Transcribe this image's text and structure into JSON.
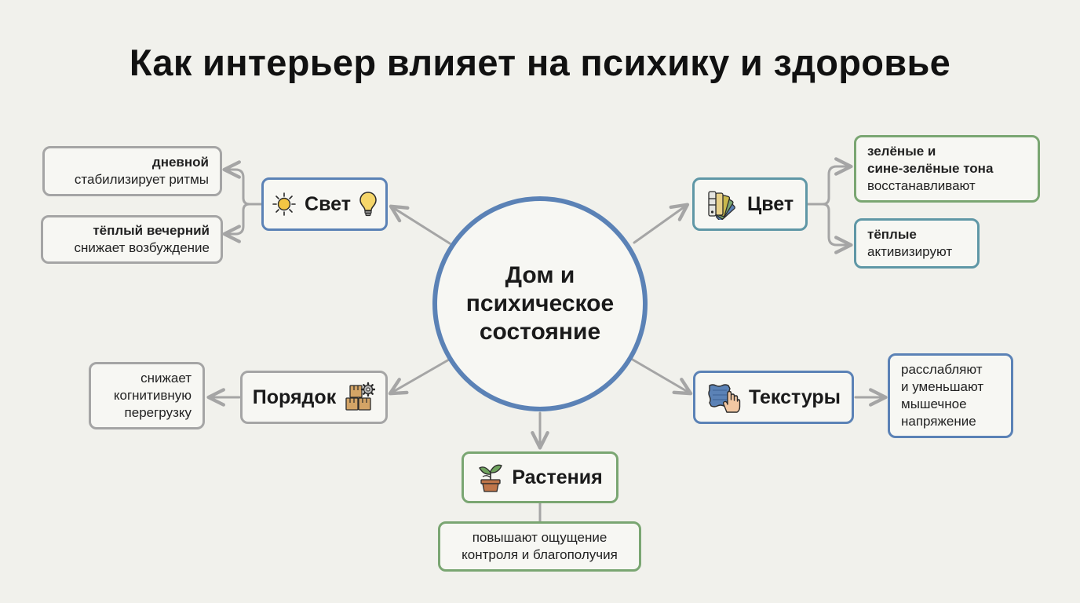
{
  "title": "Как интерьер влияет на психику и здоровье",
  "center": {
    "line1": "Дом и",
    "line2": "психическое",
    "line3": "состояние"
  },
  "colors": {
    "blue": "#5b82b6",
    "green": "#7aa672",
    "teal": "#5f97a6",
    "gray": "#a5a5a5"
  },
  "nodes": {
    "light": {
      "label": "Свет",
      "icons": [
        "sun-icon",
        "lightbulb-icon"
      ]
    },
    "color": {
      "label": "Цвет",
      "icons": [
        "color-palette-icon"
      ]
    },
    "order": {
      "label": "Порядок",
      "icons": [
        "boxes-gear-icon"
      ]
    },
    "textures": {
      "label": "Текстуры",
      "icons": [
        "fabric-hand-icon"
      ]
    },
    "plants": {
      "label": "Растения",
      "icons": [
        "potted-plant-icon"
      ]
    }
  },
  "notes": {
    "daylight": {
      "l1": "дневной",
      "l2": "стабилизирует ритмы"
    },
    "warm_light": {
      "l1": "тёплый вечерний",
      "l2": "снижает возбуждение"
    },
    "green_tones": {
      "l1": "зелёные и",
      "l2": "сине-зелёные тона",
      "l3": "восстанавливают"
    },
    "warm_tones": {
      "l1": "тёплые",
      "l2": "активизируют"
    },
    "order": {
      "l1": "снижает",
      "l2": "когнитивную",
      "l3": "перегрузку"
    },
    "textures": {
      "l1": "расслабляют",
      "l2": "и уменьшают",
      "l3": "мышечное",
      "l4": "напряжение"
    },
    "plants": {
      "l1": "повышают ощущение",
      "l2": "контроля и благополучия"
    }
  }
}
